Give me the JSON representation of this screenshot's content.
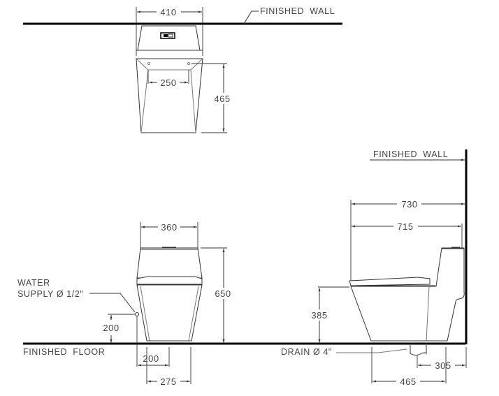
{
  "top_view": {
    "wall_label": "FINISHED  WALL",
    "width_dim": "410",
    "bolt_spacing_dim": "250",
    "depth_dim": "465"
  },
  "front_view": {
    "width_dim": "360",
    "height_dim": "650",
    "supply_height_dim": "200",
    "supply_offset_dim": "200",
    "base_width_dim": "275",
    "water_supply_label_line1": "WATER",
    "water_supply_label_line2": "SUPPLY Ø 1/2\"",
    "floor_label": "FINISHED  FLOOR"
  },
  "side_view": {
    "wall_label": "FINISHED  WALL",
    "overall_length_dim": "730",
    "bowl_length_dim": "715",
    "seat_height_dim": "385",
    "drain_label": "DRAIN Ø 4\"",
    "drain_offset_dim": "305",
    "base_length_dim": "465"
  }
}
